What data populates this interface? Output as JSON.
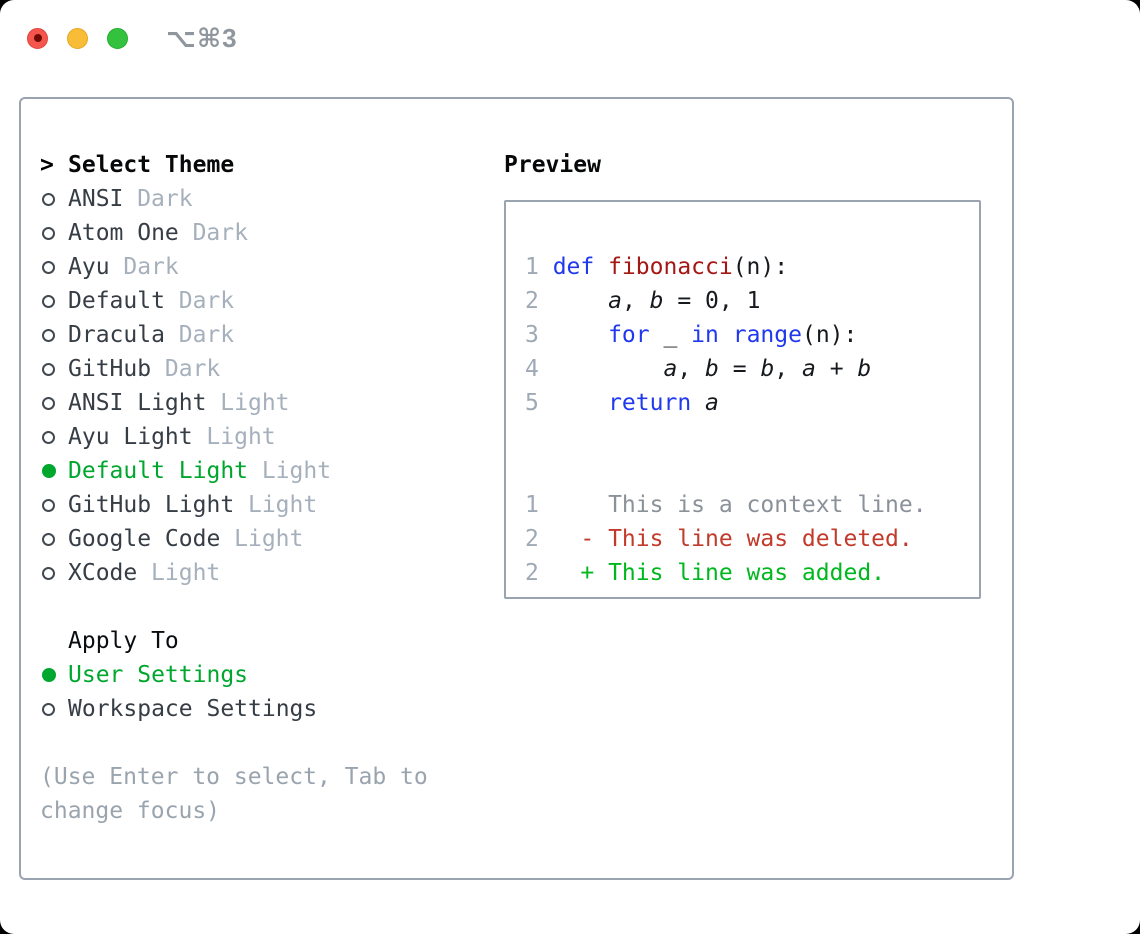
{
  "window": {
    "title": "⌥⌘3"
  },
  "selector": {
    "prompt": "> ",
    "header": "Select Theme",
    "themes": [
      {
        "name": "ANSI",
        "variant": "Dark",
        "selected": false
      },
      {
        "name": "Atom One",
        "variant": "Dark",
        "selected": false
      },
      {
        "name": "Ayu",
        "variant": "Dark",
        "selected": false
      },
      {
        "name": "Default",
        "variant": "Dark",
        "selected": false
      },
      {
        "name": "Dracula",
        "variant": "Dark",
        "selected": false
      },
      {
        "name": "GitHub",
        "variant": "Dark",
        "selected": false
      },
      {
        "name": "ANSI Light",
        "variant": "Light",
        "selected": false
      },
      {
        "name": "Ayu Light",
        "variant": "Light",
        "selected": false
      },
      {
        "name": "Default Light",
        "variant": "Light",
        "selected": true
      },
      {
        "name": "GitHub Light",
        "variant": "Light",
        "selected": false
      },
      {
        "name": "Google Code",
        "variant": "Light",
        "selected": false
      },
      {
        "name": "XCode",
        "variant": "Light",
        "selected": false
      }
    ],
    "apply_to": {
      "header": "Apply To",
      "options": [
        {
          "label": "User Settings",
          "selected": true
        },
        {
          "label": "Workspace Settings",
          "selected": false
        }
      ]
    },
    "help_lines": [
      "(Use Enter to select, Tab to",
      "change focus)"
    ]
  },
  "preview": {
    "label": "Preview",
    "lines": [
      {
        "n": "1",
        "parts": [
          {
            "t": "def ",
            "c": "kw"
          },
          {
            "t": "fibonacci",
            "c": "fn"
          },
          {
            "t": "(n):",
            "c": "pl"
          }
        ]
      },
      {
        "n": "2",
        "parts": [
          {
            "t": "    ",
            "c": "pl"
          },
          {
            "t": "a",
            "c": "var"
          },
          {
            "t": ", ",
            "c": "pl"
          },
          {
            "t": "b",
            "c": "var"
          },
          {
            "t": " = 0, 1",
            "c": "pl"
          }
        ]
      },
      {
        "n": "3",
        "parts": [
          {
            "t": "    ",
            "c": "pl"
          },
          {
            "t": "for",
            "c": "kw"
          },
          {
            "t": " _ ",
            "c": "pl"
          },
          {
            "t": "in",
            "c": "kw"
          },
          {
            "t": " ",
            "c": "pl"
          },
          {
            "t": "range",
            "c": "kw"
          },
          {
            "t": "(n):",
            "c": "pl"
          }
        ]
      },
      {
        "n": "4",
        "parts": [
          {
            "t": "        ",
            "c": "pl"
          },
          {
            "t": "a",
            "c": "var"
          },
          {
            "t": ", ",
            "c": "pl"
          },
          {
            "t": "b",
            "c": "var"
          },
          {
            "t": " = ",
            "c": "pl"
          },
          {
            "t": "b",
            "c": "var"
          },
          {
            "t": ", ",
            "c": "pl"
          },
          {
            "t": "a",
            "c": "var"
          },
          {
            "t": " + ",
            "c": "pl"
          },
          {
            "t": "b",
            "c": "var"
          }
        ]
      },
      {
        "n": "5",
        "parts": [
          {
            "t": "    ",
            "c": "pl"
          },
          {
            "t": "return",
            "c": "kw"
          },
          {
            "t": " ",
            "c": "pl"
          },
          {
            "t": "a",
            "c": "var"
          }
        ]
      },
      {
        "n": "",
        "parts": []
      },
      {
        "n": "",
        "parts": []
      },
      {
        "n": "1",
        "parts": [
          {
            "t": "    This is a context line.",
            "c": "ctx"
          }
        ]
      },
      {
        "n": "2",
        "parts": [
          {
            "t": "  - This line was deleted.",
            "c": "del"
          }
        ]
      },
      {
        "n": "2",
        "parts": [
          {
            "t": "  + This line was added.",
            "c": "add"
          }
        ]
      }
    ]
  },
  "colors": {
    "selected_green": "#00a72e",
    "added_green": "#00b81e",
    "deleted_red": "#c13a2b",
    "keyword_blue": "#2038ee",
    "function_red": "#a31715",
    "context_gray": "#8b9199",
    "line_number_gray": "#9fa9b5",
    "variant_gray": "#a6b0bc",
    "panel_border_gray": "#9aa4b0",
    "title_gray": "#8f969d",
    "traffic_red": "#f4564e",
    "traffic_yellow": "#f8bc36",
    "traffic_green": "#33c13e"
  }
}
